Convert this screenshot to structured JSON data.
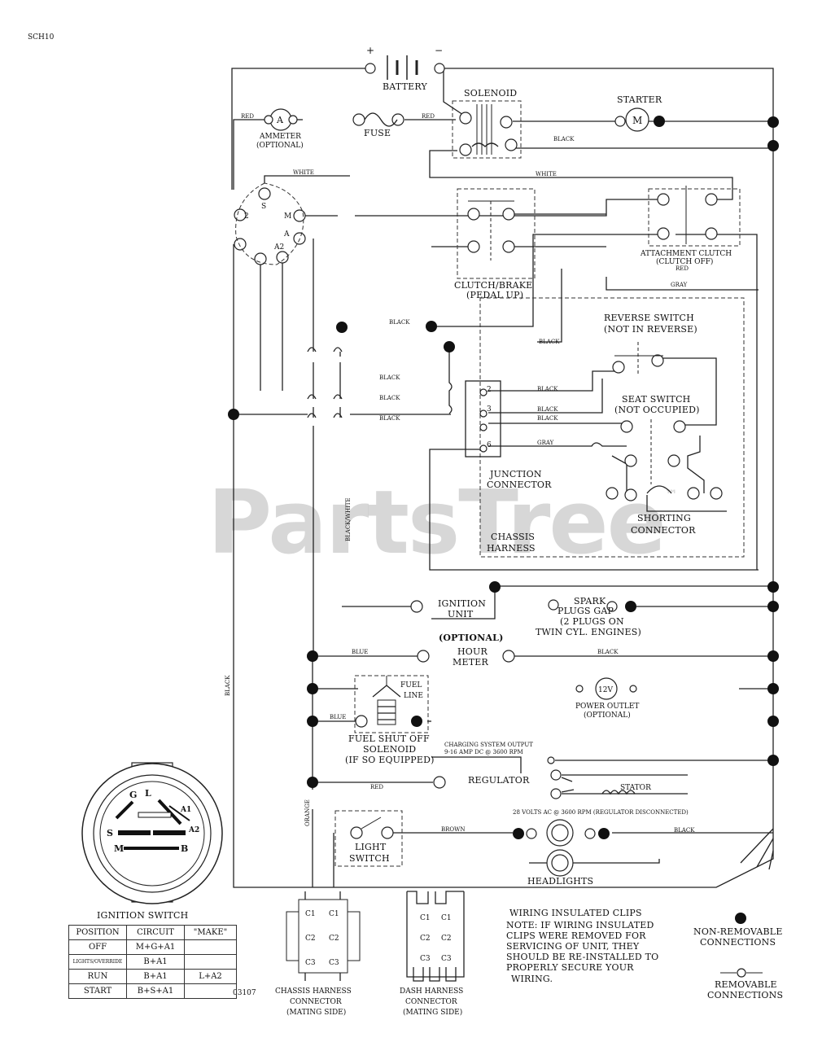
{
  "doc_id": "SCH10",
  "figure_number": "03107",
  "watermark": "PartsTree",
  "watermark_mark": "™",
  "components": {
    "battery": "BATTERY",
    "battery_plus": "+",
    "battery_minus": "−",
    "solenoid": "SOLENOID",
    "starter": "STARTER",
    "starter_symbol": "M",
    "ammeter": "AMMETER",
    "ammeter_sub": "(OPTIONAL)",
    "ammeter_symbol": "A",
    "fuse": "FUSE",
    "clutch_brake": "CLUTCH/BRAKE",
    "clutch_brake_sub": "(PEDAL UP)",
    "attachment_clutch": "ATTACHMENT CLUTCH",
    "attachment_clutch_sub": "(CLUTCH OFF)",
    "reverse_switch": "REVERSE SWITCH",
    "reverse_switch_sub": "(NOT IN REVERSE)",
    "seat_switch": "SEAT SWITCH",
    "seat_switch_sub": "(NOT OCCUPIED)",
    "junction_connector_1": "JUNCTION",
    "junction_connector_2": "CONNECTOR",
    "shorting_connector_1": "SHORTING",
    "shorting_connector_2": "CONNECTOR",
    "chassis_harness_1": "CHASSIS",
    "chassis_harness_2": "HARNESS",
    "ignition_unit_1": "IGNITION",
    "ignition_unit_2": "UNIT",
    "spark_plugs_1": "SPARK",
    "spark_plugs_2": "PLUGS GAP",
    "spark_plugs_3": "(2 PLUGS ON",
    "spark_plugs_4": "TWIN CYL. ENGINES)",
    "optional": "(OPTIONAL)",
    "hour_meter_1": "HOUR",
    "hour_meter_2": "METER",
    "fuel_line_1": "FUEL",
    "fuel_line_2": "LINE",
    "power_outlet_symbol": "12V",
    "power_outlet_1": "POWER OUTLET",
    "power_outlet_2": "(OPTIONAL)",
    "fuel_shutoff_1": "FUEL SHUT OFF",
    "fuel_shutoff_2": "SOLENOID",
    "fuel_shutoff_3": "(IF SO EQUIPPED)",
    "charging_output_1": "CHARGING SYSTEM OUTPUT",
    "charging_output_2": "9-16 AMP DC @ 3600 RPM",
    "regulator": "REGULATOR",
    "stator": "STATOR",
    "stator_rating": "28 VOLTS AC @ 3600 RPM (REGULATOR DISCONNECTED)",
    "light_switch_1": "LIGHT",
    "light_switch_2": "SWITCH",
    "headlights": "HEADLIGHTS",
    "ignition_switch": "IGNITION SWITCH"
  },
  "ignition_terminals": {
    "s": "S",
    "m": "M",
    "a": "A",
    "a2": "A2",
    "g": "G",
    "l": "L",
    "b": "B",
    "n2": "2",
    "a1": "A1"
  },
  "pins": {
    "p2": "2",
    "p3": "3",
    "p6": "6"
  },
  "wires": {
    "red": "RED",
    "black": "BLACK",
    "white": "WHITE",
    "gray": "GRAY",
    "blue": "BLUE",
    "brown": "BROWN",
    "orange": "ORANGE",
    "black_white": "BLACK/WHITE"
  },
  "ignition_table": {
    "headers": [
      "POSITION",
      "CIRCUIT",
      "\"MAKE\""
    ],
    "rows": [
      [
        "OFF",
        "M+G+A1",
        ""
      ],
      [
        "LIGHTS/OVERRIDE",
        "B+A1",
        ""
      ],
      [
        "RUN",
        "B+A1",
        "L+A2"
      ],
      [
        "START",
        "B+S+A1",
        ""
      ]
    ]
  },
  "connectors": {
    "chassis_harness_1": "CHASSIS HARNESS",
    "chassis_harness_2": "CONNECTOR",
    "chassis_harness_3": "(MATING SIDE)",
    "dash_harness_1": "DASH HARNESS",
    "dash_harness_2": "CONNECTOR",
    "dash_harness_3": "(MATING SIDE)"
  },
  "note": {
    "title": "WIRING INSULATED CLIPS",
    "lines": [
      "NOTE: IF WIRING INSULATED",
      "CLIPS WERE REMOVED FOR",
      "SERVICING OF UNIT, THEY",
      "SHOULD BE RE-INSTALLED TO",
      "PROPERLY SECURE YOUR",
      "WIRING."
    ]
  },
  "legend": {
    "non_removable_1": "NON-REMOVABLE",
    "non_removable_2": "CONNECTIONS",
    "removable_1": "REMOVABLE",
    "removable_2": "CONNECTIONS"
  }
}
